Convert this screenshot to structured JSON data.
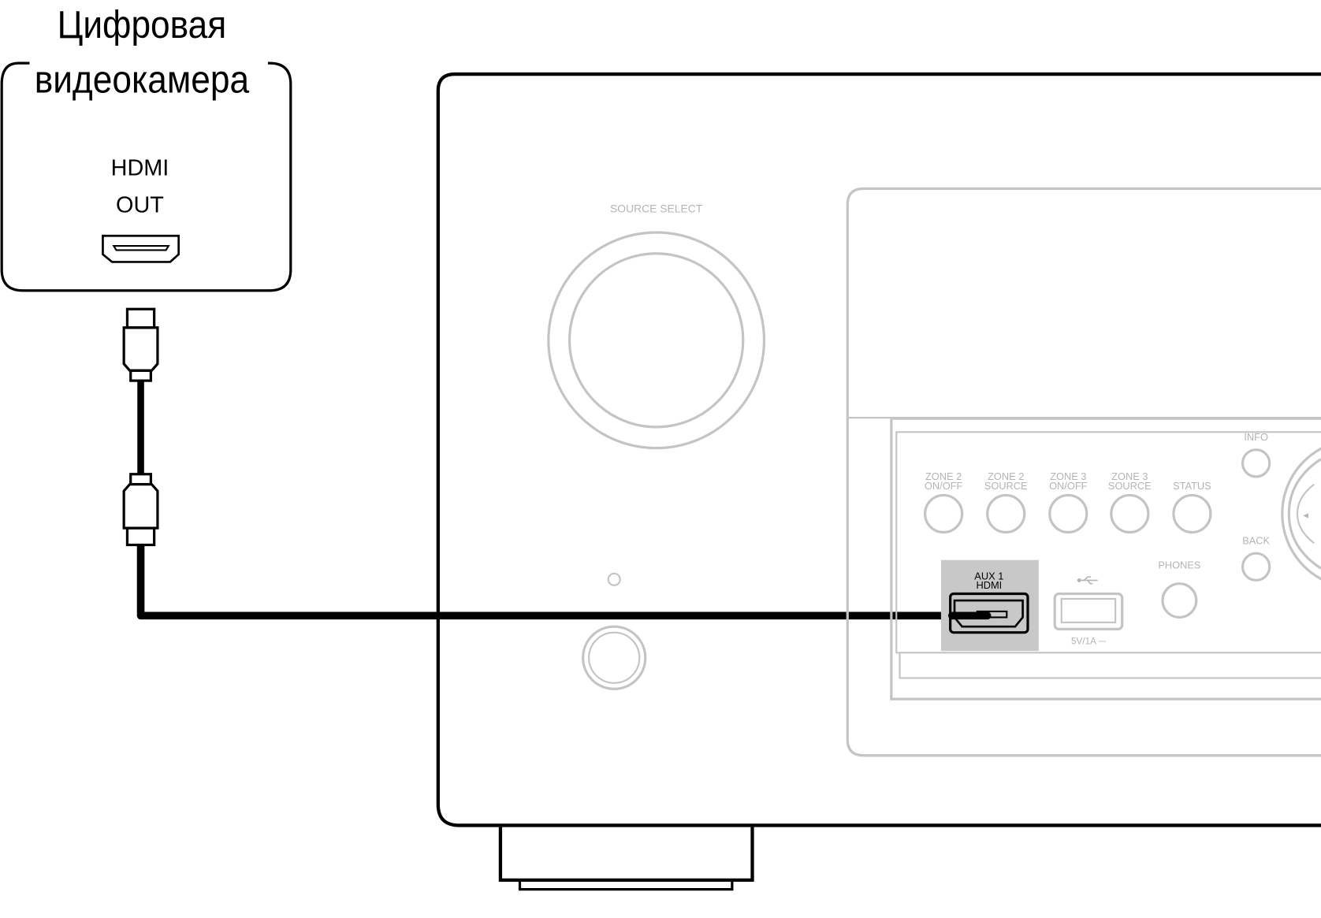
{
  "camera": {
    "title_line1": "Цифровая",
    "title_line2": "видеокамера",
    "port_label_line1": "HDMI",
    "port_label_line2": "OUT"
  },
  "receiver": {
    "source_select": "SOURCE SELECT",
    "buttons": [
      {
        "l1": "ZONE 2",
        "l2": "ON/OFF"
      },
      {
        "l1": "ZONE 2",
        "l2": "SOURCE"
      },
      {
        "l1": "ZONE 3",
        "l2": "ON/OFF"
      },
      {
        "l1": "ZONE 3",
        "l2": "SOURCE"
      },
      {
        "l1": "",
        "l2": "STATUS"
      }
    ],
    "info": "INFO",
    "back": "BACK",
    "phones": "PHONES",
    "aux_line1": "AUX 1",
    "aux_line2": "HDMI",
    "usb_rating": "5V/1A ⎓",
    "nav_left": "◄"
  },
  "colors": {
    "line": "#000000",
    "panel": "#c4c4c4",
    "aux_bg": "#c8c8c8"
  }
}
